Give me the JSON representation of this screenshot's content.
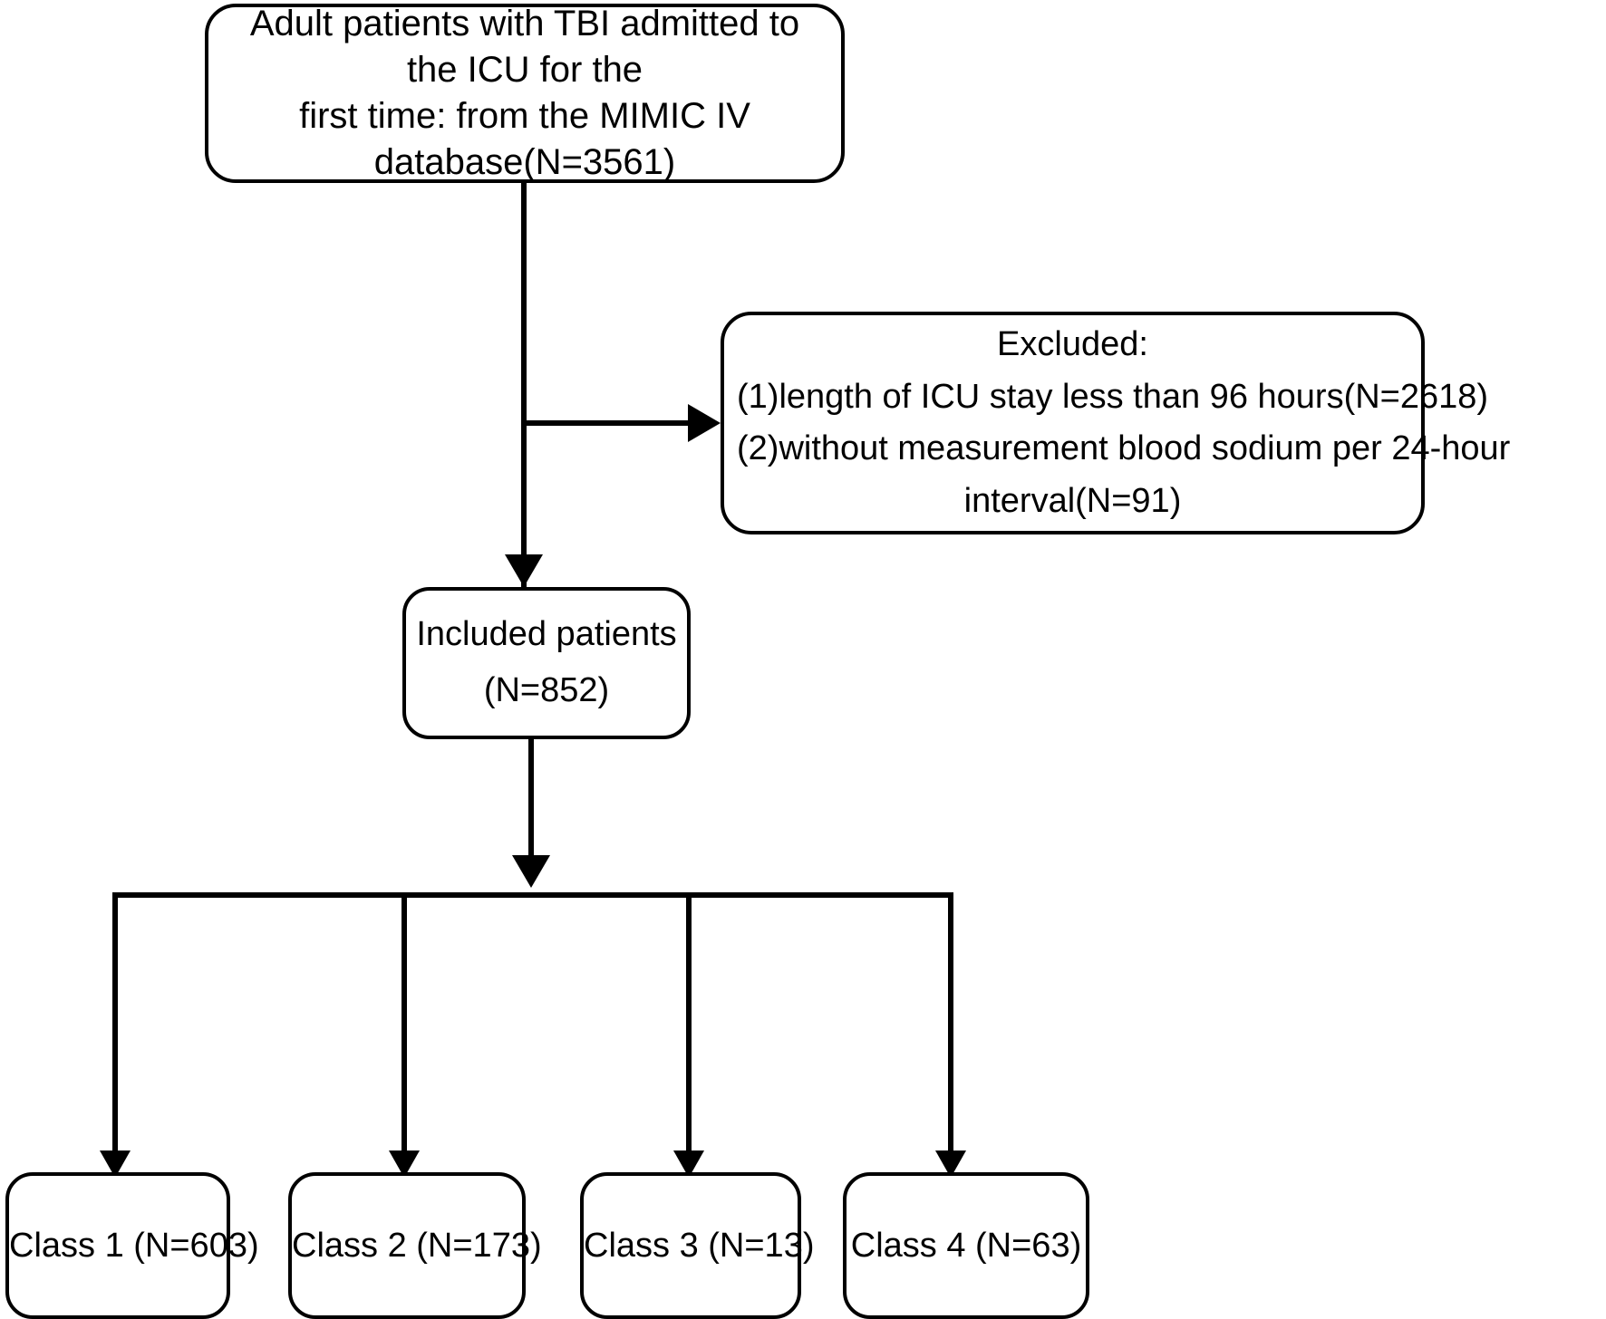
{
  "diagram": {
    "title": "Patient selection flowchart",
    "stroke_color": "#000000",
    "background_color": "#ffffff",
    "nodes": {
      "source": {
        "line1": "Adult patients with TBI admitted to the ICU for the",
        "line2": "first time: from the MIMIC IV database(N=3561)",
        "n": "3561"
      },
      "excluded": {
        "heading": "Excluded:",
        "reason1": "(1)length of ICU stay less than 96 hours(N=2618)",
        "reason2_line1": "(2)without measurement blood sodium per 24-hour",
        "reason2_line2": "interval(N=91)",
        "n1": "2618",
        "n2": "91"
      },
      "included": {
        "label": "Included patients",
        "count": "(N=852)",
        "n": "852"
      },
      "classes": [
        {
          "label": "Class 1 (N=603)",
          "name": "Class 1",
          "n": "603"
        },
        {
          "label": "Class 2 (N=173)",
          "name": "Class 2",
          "n": "173"
        },
        {
          "label": "Class 3 (N=13)",
          "name": "Class 3",
          "n": "13"
        },
        {
          "label": "Class 4 (N=63)",
          "name": "Class 4",
          "n": "63"
        }
      ]
    }
  }
}
